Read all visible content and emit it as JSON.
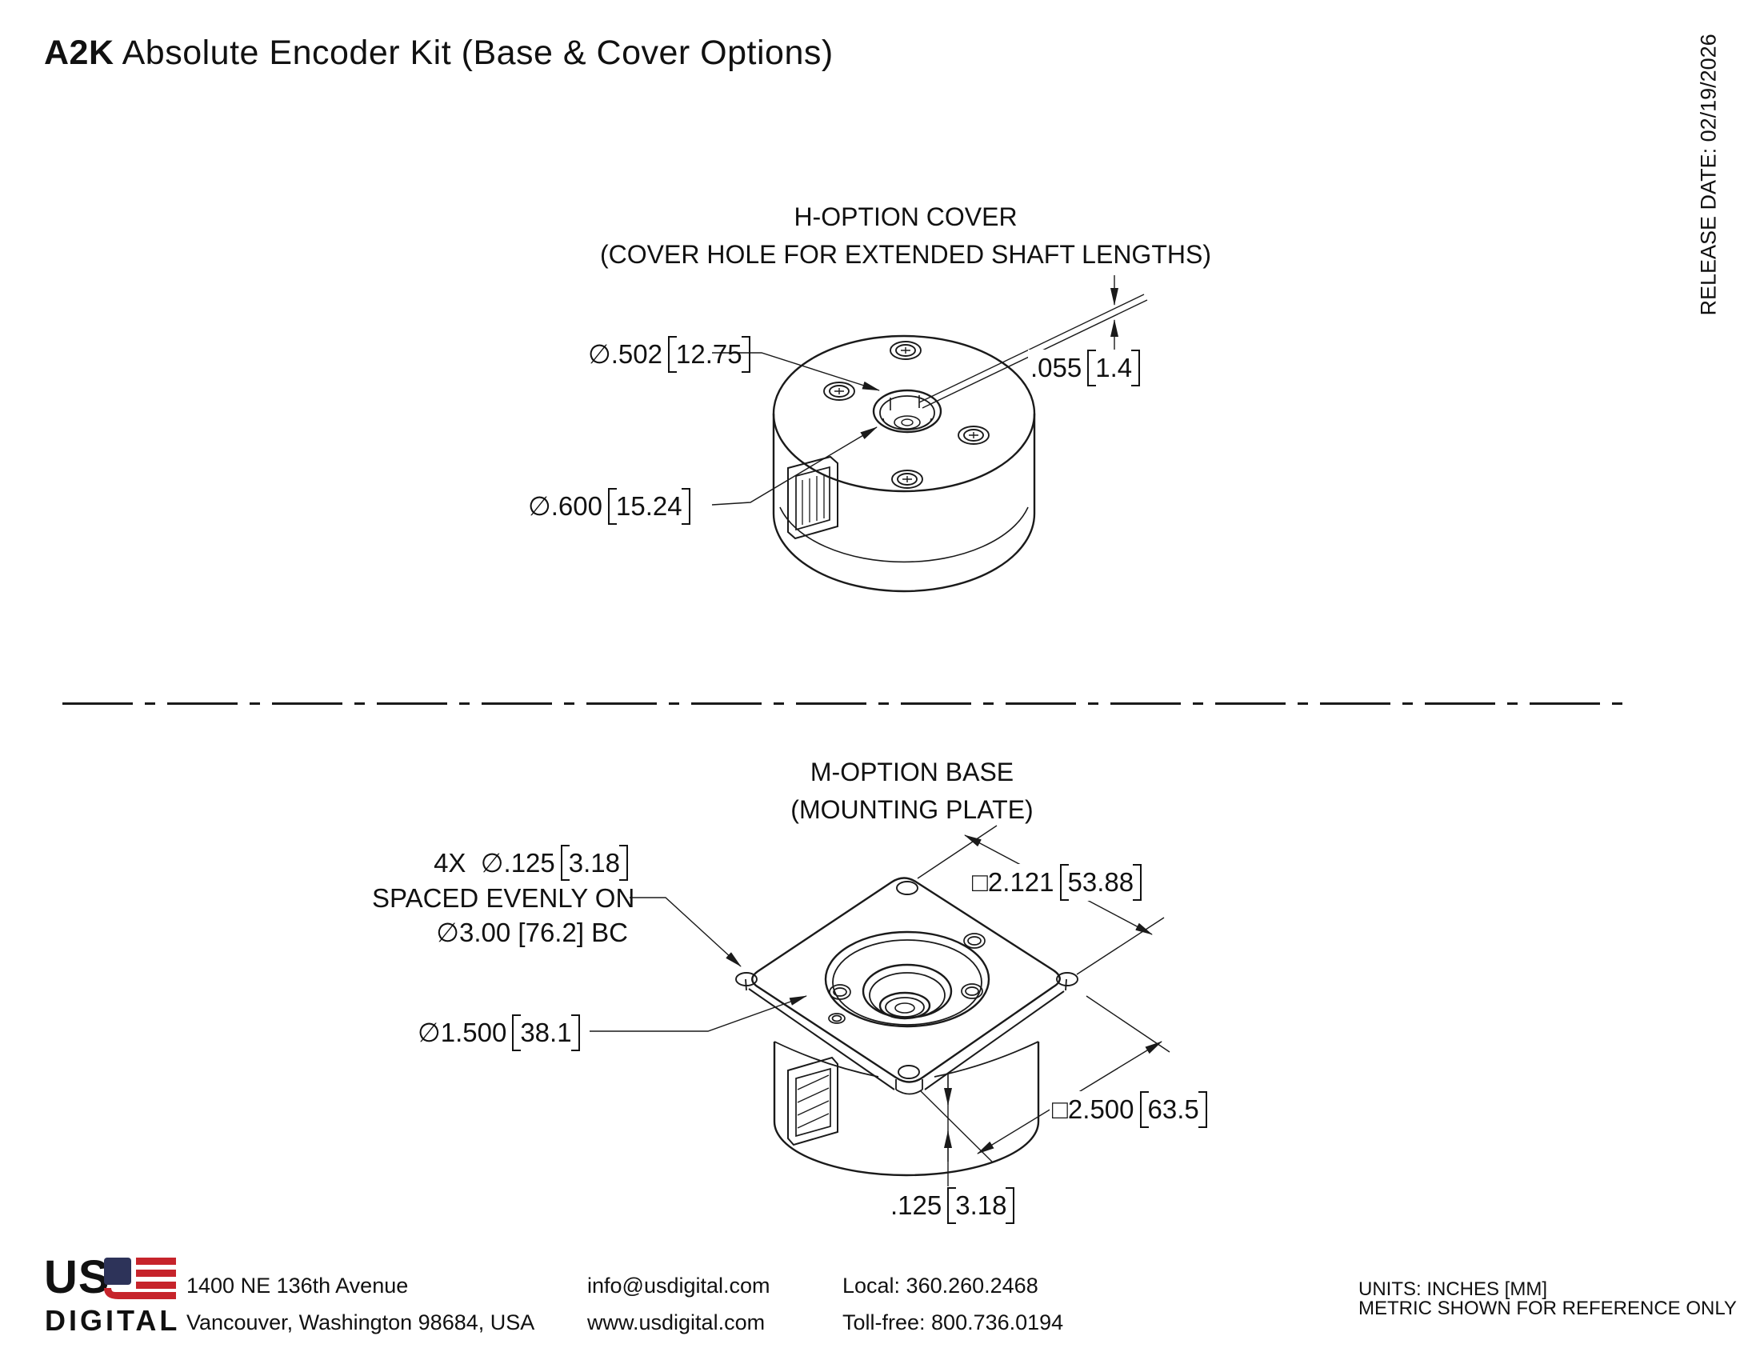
{
  "title": {
    "model": "A2K",
    "rest": "Absolute Encoder Kit (Base & Cover Options)"
  },
  "release_date": "RELEASE DATE: 02/19/2026",
  "cover_section": {
    "title_line1": "H-OPTION COVER",
    "title_line2": "(COVER HOLE FOR EXTENDED SHAFT LENGTHS)",
    "dim_hole_dia_in": "∅.502",
    "dim_hole_dia_mm": "12.75",
    "dim_bore_dia_in": "∅.600",
    "dim_bore_dia_mm": "15.24",
    "dim_thickness_in": ".055",
    "dim_thickness_mm": "1.4"
  },
  "base_section": {
    "title_line1": "M-OPTION BASE",
    "title_line2": "(MOUNTING PLATE)",
    "dim_holes_prefix": "4X",
    "dim_holes_dia_in": "∅.125",
    "dim_holes_dia_mm": "3.18",
    "dim_holes_note_line2": "SPACED EVENLY ON",
    "dim_holes_note_line3": "∅3.00 [76.2] BC",
    "dim_boss_dia_in": "∅1.500",
    "dim_boss_dia_mm": "38.1",
    "dim_hole_spacing_in": "□2.121",
    "dim_hole_spacing_mm": "53.88",
    "dim_plate_size_in": "□2.500",
    "dim_plate_size_mm": "63.5",
    "dim_plate_thickness_in": ".125",
    "dim_plate_thickness_mm": "3.18"
  },
  "footer": {
    "logo_us": "US",
    "logo_digital": "DIGITAL",
    "flag_blue": "#2d3359",
    "flag_red": "#c6242b",
    "address_line1": "1400 NE 136th Avenue",
    "address_line2": "Vancouver, Washington 98684, USA",
    "email": "info@usdigital.com",
    "website": "www.usdigital.com",
    "phone_local": "Local: 360.260.2468",
    "phone_tollfree": "Toll-free: 800.736.0194",
    "units_line1": "UNITS: INCHES [MM]",
    "units_line2": "METRIC SHOWN FOR REFERENCE ONLY"
  }
}
